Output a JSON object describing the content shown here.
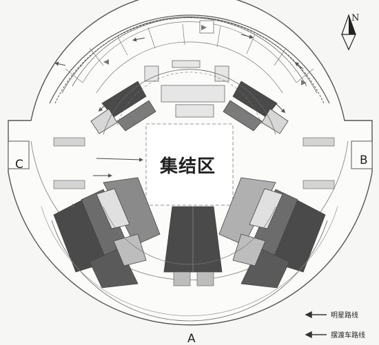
{
  "compass": {
    "label": "N"
  },
  "center_area": {
    "label": "集结区"
  },
  "gates": {
    "a": "A",
    "b": "B",
    "c": "C"
  },
  "legend": {
    "items": [
      {
        "label": "明星路线"
      },
      {
        "label": "摆渡车路线"
      }
    ]
  },
  "colors": {
    "dark_hall": "#4a4a4a",
    "mid_hall": "#8a8a8a",
    "light_hall": "#b9b9b9",
    "line": "#555555",
    "background": "#f6f6f4"
  }
}
